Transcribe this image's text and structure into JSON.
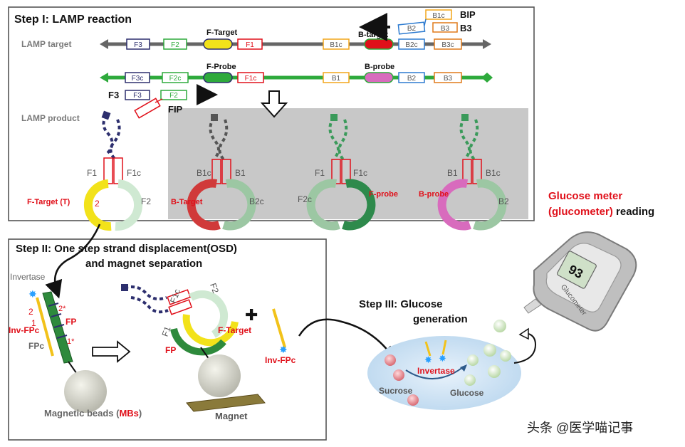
{
  "step1": {
    "title": "Step I: LAMP reaction",
    "lamp_target_label": "LAMP target",
    "lamp_product_label": "LAMP  product",
    "f_target": "F-Target",
    "b_target": "B-target",
    "f_probe": "F-Probe",
    "b_probe": "B-probe",
    "bip": "BIP",
    "b3": "B3",
    "f3": "F3",
    "fip": "FIP",
    "seg": {
      "F3": "F3",
      "F2": "F2",
      "F1": "F1",
      "B1c": "B1c",
      "B2c": "B2c",
      "B3c": "B3c",
      "F3c": "F3c",
      "F2c": "F2c",
      "F1c": "F1c",
      "B1": "B1",
      "B2": "B2",
      "B3": "B3"
    },
    "products": [
      {
        "left": "F1",
        "right": "F1c",
        "side_label": "F-Target (T)",
        "side2": "F2",
        "num": "2"
      },
      {
        "left": "B1c",
        "right": "B1",
        "side_label": "B-Target",
        "side2": "B2c"
      },
      {
        "left": "F1",
        "right": "F1c",
        "side_label": "F2c",
        "side2": "F-probe"
      },
      {
        "left": "B1",
        "right": "B1c",
        "side_label": "B-probe",
        "side2": "B2"
      }
    ]
  },
  "glucose_meter": {
    "line1": "Glucose meter",
    "line2_red": "(glucometer)",
    "line2_black": " reading",
    "device_label": "Glucometer",
    "display": "93"
  },
  "step2": {
    "title_line1": "Step II:  One step strand displacement(OSD)",
    "title_line2": "and magnet separation",
    "invertase": "Invertase",
    "inv_fpc": "Inv-FPc",
    "fp": "FP",
    "fpc": "FPc",
    "num_1": "1",
    "num_2": "2",
    "num_2star": "2*",
    "num_1star": "1*",
    "f1c": "F1c",
    "f2": "F2",
    "f1": "F1",
    "f_target": "F-Target",
    "fp2": "FP",
    "inv_fpc2": "Inv-FPc",
    "mb_black": "Magnetic beads (",
    "mb_red": "MBs",
    "mb_close": ")",
    "magnet": "Magnet"
  },
  "step3": {
    "title_line1": "Step III:  Glucose",
    "title_line2": "generation",
    "invertase": "Invertase",
    "sucrose": "Sucrose",
    "glucose": "Glucose"
  },
  "watermark": "头条 @医学喵记事",
  "colors": {
    "red": "#e0101a",
    "green": "#2eaa3c",
    "gray_panel": "#c8c8c8",
    "navy": "#2d2f6e",
    "yellow": "#f2e21a"
  }
}
